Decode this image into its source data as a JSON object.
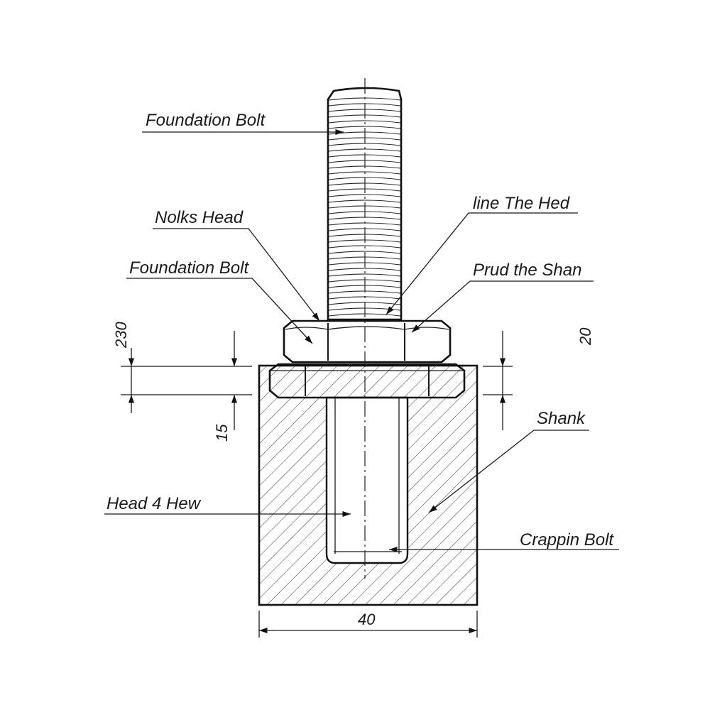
{
  "labels": {
    "foundation_bolt_top": "Foundation Bolt",
    "nolks_head": "Nolks Head",
    "foundation_bolt_mid": "Foundation Bolt",
    "line_the_hed": "line The Hed",
    "prud_the_shan": "Prud the Shan",
    "shank": "Shank",
    "head_4_hew": "Head 4 Hew",
    "crappin_bolt": "Crappin Bolt"
  },
  "dimensions": {
    "left_upper": "230",
    "left_lower": "15",
    "right": "20",
    "bottom": "40"
  }
}
